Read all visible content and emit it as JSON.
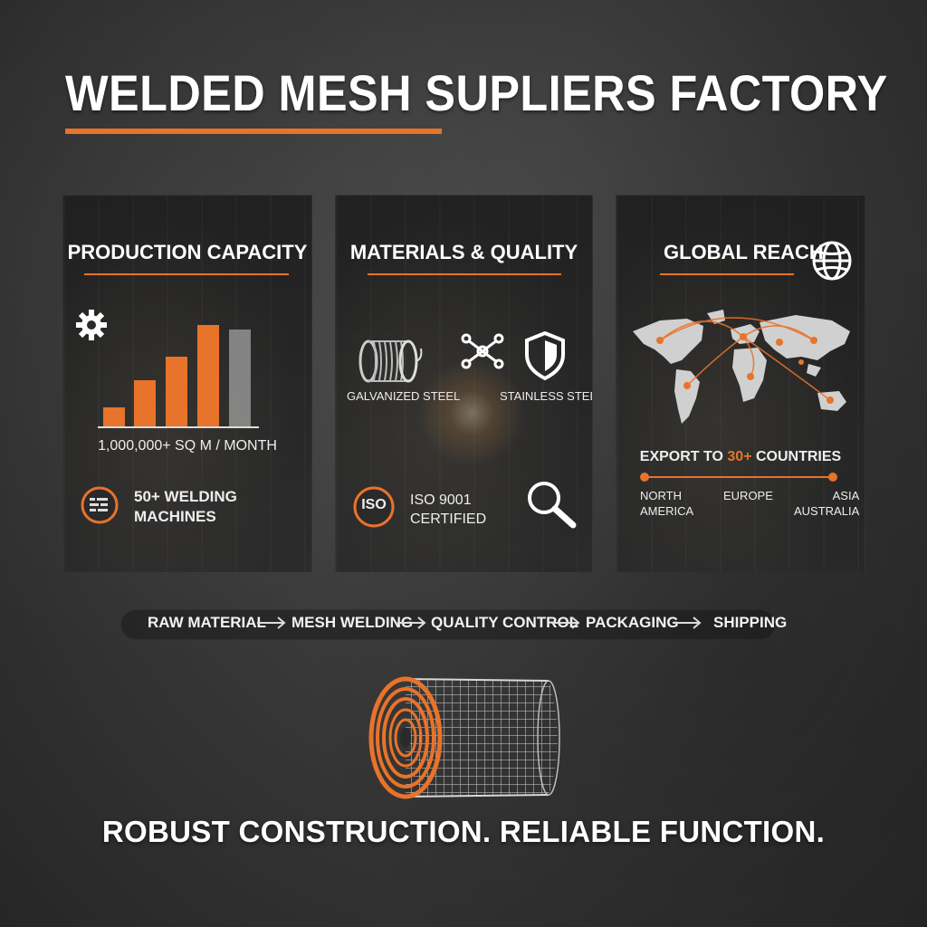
{
  "title": "WELDED MESH SUPLIERS FACTORY",
  "colors": {
    "accent": "#e8732a",
    "background": "#383838",
    "text": "#ffffff"
  },
  "panels": {
    "production": {
      "title": "PRODUCTION CAPACITY",
      "capacity": "1,000,000+ SQ M / MONTH",
      "machines": "50+ WELDING MACHINES",
      "machines_line1": "50+ WELDING",
      "machines_line2": "MACHINES",
      "icons": [
        "gear-icon",
        "bar-chart-icon",
        "machine-count-icon"
      ]
    },
    "materials": {
      "title": "MATERIALS & QUALITY",
      "galvanized": "GALVANIZED STEEL",
      "stainless": "STAINLESS STEEL",
      "iso_badge": "ISO",
      "iso_line1": "ISO 9001",
      "iso_line2": "CERTIFIED",
      "icons": [
        "wire-coil-icon",
        "molecule-icon",
        "shield-icon",
        "iso-badge-icon",
        "magnifier-icon"
      ]
    },
    "global": {
      "title": "GLOBAL REACH",
      "export_prefix": "EXPORT TO ",
      "export_count": "30+",
      "export_suffix": " COUNTRIES",
      "regions": [
        {
          "line1": "NORTH",
          "line2": "AMERICA"
        },
        {
          "line1": "EUROPE",
          "line2": ""
        },
        {
          "line1": "ASIA",
          "line2": "AUSTRALIA"
        }
      ],
      "icons": [
        "globe-icon",
        "world-map-icon"
      ]
    }
  },
  "process": {
    "steps": [
      "RAW MATERIAL",
      "MESH WELDING",
      "QUALITY CONTROL",
      "PACKAGING",
      "SHIPPING"
    ]
  },
  "tagline": "ROBUST CONSTRUCTION. RELIABLE FUNCTION."
}
